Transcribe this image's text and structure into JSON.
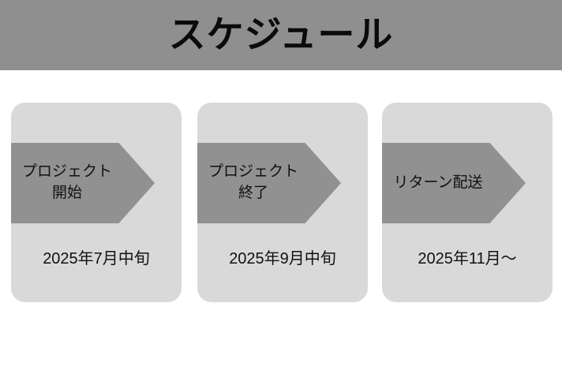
{
  "slide": {
    "header": {
      "title": "スケジュール",
      "background_color": "#8f8f8f",
      "text_color": "#0b0b0b"
    },
    "background_color": "#ffffff",
    "card_background_color": "#d9d9d9",
    "arrow_color": "#919191",
    "cards": [
      {
        "label": "プロジェクト\n開始",
        "date": "2025年7月中旬"
      },
      {
        "label": "プロジェクト\n終了",
        "date": "2025年9月中旬"
      },
      {
        "label": "リターン配送",
        "date": "2025年11月〜"
      }
    ]
  }
}
